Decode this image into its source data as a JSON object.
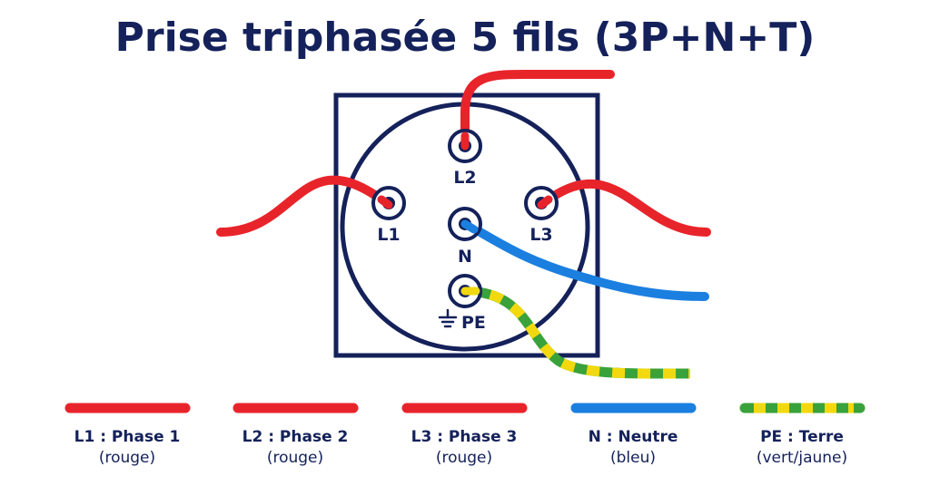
{
  "title": "Prise triphasée 5 fils (3P+N+T)",
  "colors": {
    "navy": "#14215a",
    "red": "#e8242b",
    "blue": "#1b7fe0",
    "green": "#3aa23a",
    "yellow": "#f2d90f"
  },
  "terminals": {
    "l2": "L2",
    "l1": "L1",
    "l3": "L3",
    "n": "N",
    "pe": "PE"
  },
  "legend": [
    {
      "name": "L1 : Phase 1",
      "color_label": "(rouge)"
    },
    {
      "name": "L2 : Phase 2",
      "color_label": "(rouge)"
    },
    {
      "name": "L3 : Phase 3",
      "color_label": "(rouge)"
    },
    {
      "name": "N : Neutre",
      "color_label": "(bleu)"
    },
    {
      "name": "PE : Terre",
      "color_label": "(vert/jaune)"
    }
  ]
}
